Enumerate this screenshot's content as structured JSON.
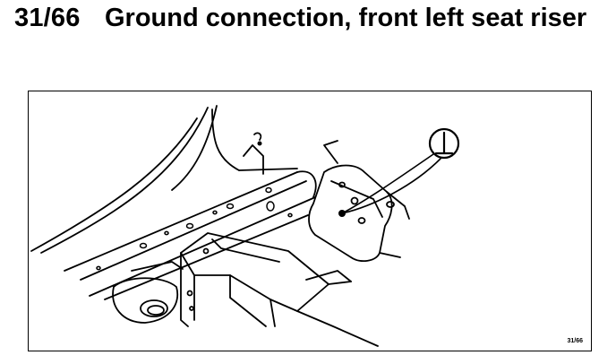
{
  "heading": {
    "number": "31/66",
    "title": "Ground connection, front left seat riser"
  },
  "figure": {
    "callout_symbol": "⊥",
    "callout_icon": "ground-symbol-icon",
    "reference": "31/66",
    "line_color": "#000000",
    "background_color": "#ffffff"
  }
}
